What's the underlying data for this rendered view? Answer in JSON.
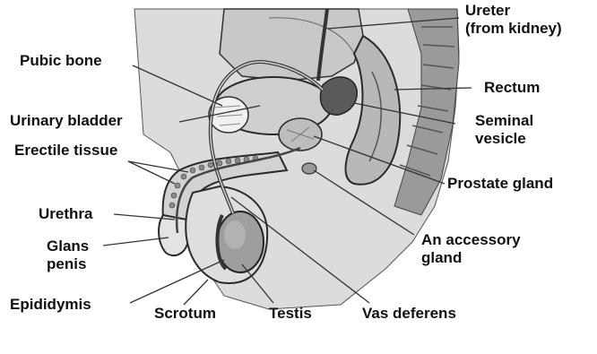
{
  "labels": {
    "ureter_line1": "Ureter",
    "ureter_line2": "(from kidney)",
    "pubic_bone": "Pubic bone",
    "rectum": "Rectum",
    "urinary_bladder": "Urinary bladder",
    "seminal_line1": "Seminal",
    "seminal_line2": "vesicle",
    "erectile_tissue": "Erectile tissue",
    "prostate_gland": "Prostate gland",
    "urethra": "Urethra",
    "accessory_line1": "An accessory",
    "accessory_line2": "gland",
    "glans_line1": "Glans",
    "glans_line2": "penis",
    "epididymis": "Epididymis",
    "scrotum": "Scrotum",
    "testis": "Testis",
    "vas_deferens": "Vas deferens"
  },
  "colors": {
    "tissue_light": "#d9d9d9",
    "tissue_mid": "#b3b3b3",
    "tissue_dark": "#6e6e6e",
    "outline": "#2a2a2a",
    "leader": "#333333"
  }
}
